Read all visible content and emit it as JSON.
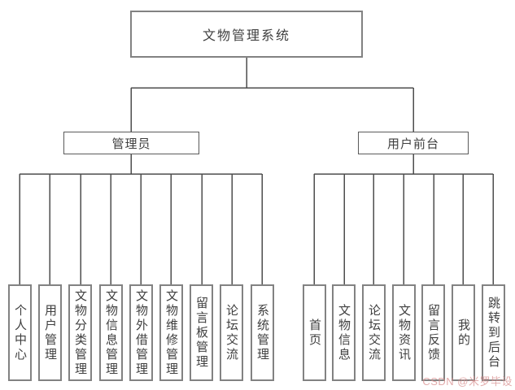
{
  "diagram": {
    "title": "文物管理系统",
    "root": "文物管理系统",
    "branches": [
      {
        "label": "管理员",
        "children": [
          "个人中心",
          "用户管理",
          "文物分类管理",
          "文物信息管理",
          "文物外借管理",
          "文物维修管理",
          "留言板管理",
          "论坛交流",
          "系统管理"
        ]
      },
      {
        "label": "用户前台",
        "children": [
          "首页",
          "文物信息",
          "论坛交流",
          "文物资讯",
          "留言反馈",
          "我的",
          "跳转到后台"
        ]
      }
    ]
  },
  "watermark": "CSDN @米罗毕设",
  "colors": {
    "box_border": "#828282",
    "mid_border": "#5a5a5a",
    "line": "#4d4d4d",
    "text": "#3f3f3f",
    "watermark": "#d98f8f"
  }
}
